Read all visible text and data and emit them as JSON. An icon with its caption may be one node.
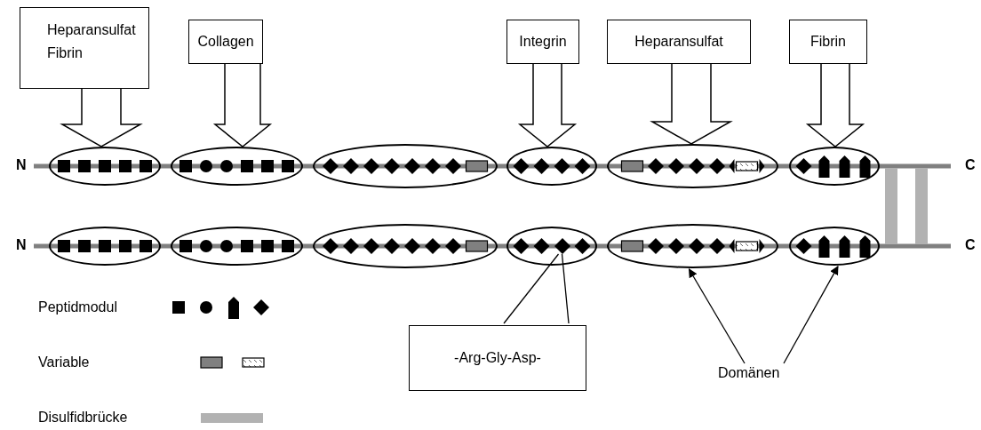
{
  "diagram": {
    "nodes": [
      {
        "text": [
          "Heparansulfat",
          "Fibrin"
        ]
      },
      {
        "text": [
          "Collagen"
        ]
      },
      {
        "text": [
          "Integrin"
        ]
      },
      {
        "text": [
          "Heparansulfat"
        ]
      },
      {
        "text": [
          "Fibrin"
        ]
      },
      {
        "text": [],
        "shape": "ellipse"
      },
      {
        "text": [],
        "shape": "ellipse"
      },
      {
        "text": [],
        "shape": "ellipse"
      },
      {
        "text": [],
        "shape": "ellipse"
      },
      {
        "text": [],
        "shape": "ellipse"
      },
      {
        "text": [],
        "shape": "ellipse"
      },
      {
        "text": [],
        "shape": "ellipse"
      },
      {
        "text": [],
        "shape": "ellipse"
      },
      {
        "text": [],
        "shape": "ellipse"
      },
      {
        "text": [],
        "shape": "ellipse"
      },
      {
        "text": [],
        "shape": "ellipse"
      },
      {
        "text": [],
        "shape": "ellipse"
      },
      {
        "text": [],
        "shape": "diamond",
        "in": 14
      },
      {
        "text": [
          "-Arg-Gly-Asp-"
        ]
      },
      {
        "text": [
          "Domänen"
        ]
      }
    ],
    "edges": [
      {
        "from": 0,
        "to": 5,
        "arrow": "to",
        "style": "thick"
      },
      {
        "from": 1,
        "to": 6,
        "arrow": "to",
        "style": "thick"
      },
      {
        "from": 2,
        "to": 8,
        "arrow": "to",
        "style": "thick"
      },
      {
        "from": 3,
        "to": 9,
        "arrow": "to",
        "style": "thick"
      },
      {
        "from": 4,
        "to": 10,
        "arrow": "to",
        "style": "thick"
      },
      {
        "from": 18,
        "to": 17,
        "arrow": "none"
      },
      {
        "from": 18,
        "to": 17,
        "arrow": "none"
      },
      {
        "from": 19,
        "to": 15,
        "arrow": "to"
      },
      {
        "from": 19,
        "to": 16,
        "arrow": "to"
      }
    ],
    "labels": [
      "N",
      "C",
      "N",
      "C"
    ],
    "legend": [
      {
        "text": "Peptidmodul"
      },
      {
        "text": "Variable"
      },
      {
        "text": "Disulfidbrücke",
        "color": "#b2b2b2"
      }
    ]
  }
}
